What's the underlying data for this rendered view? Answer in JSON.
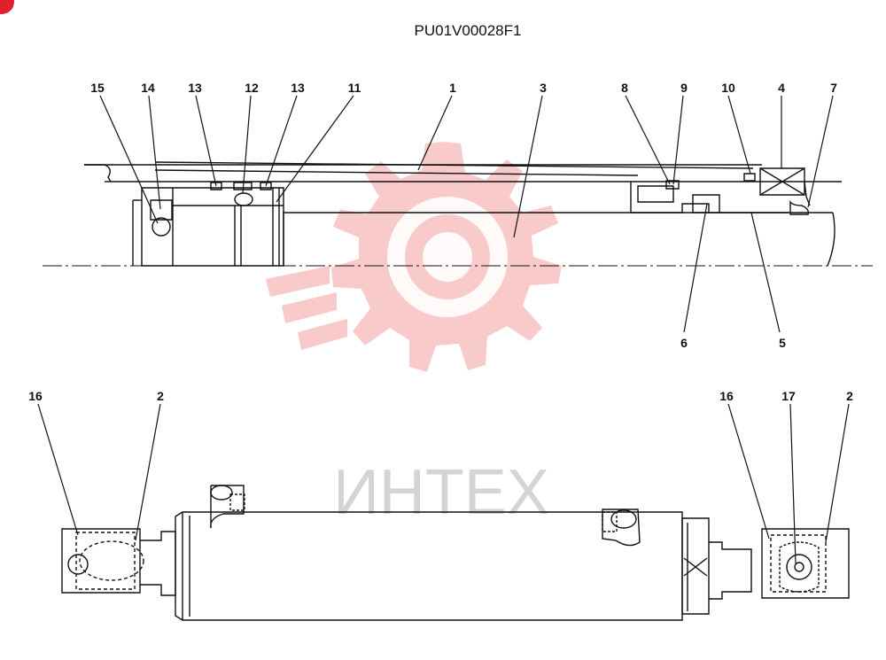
{
  "diagram": {
    "code": "PU01V00028F1",
    "watermark_text": "ИНТЕХ",
    "callouts_top": [
      "15",
      "14",
      "13",
      "12",
      "13",
      "11",
      "1",
      "3",
      "8",
      "9",
      "10",
      "4",
      "7"
    ],
    "callouts_bottom_of_section": [
      "6",
      "5"
    ],
    "callouts_lower_left": [
      "16",
      "2"
    ],
    "callouts_lower_right": [
      "16",
      "17",
      "2"
    ],
    "colors": {
      "ink": "#111111",
      "watermark": "#f08080",
      "watermark_text": "#d0d0d0",
      "corner_mark": "#e0202a"
    }
  }
}
